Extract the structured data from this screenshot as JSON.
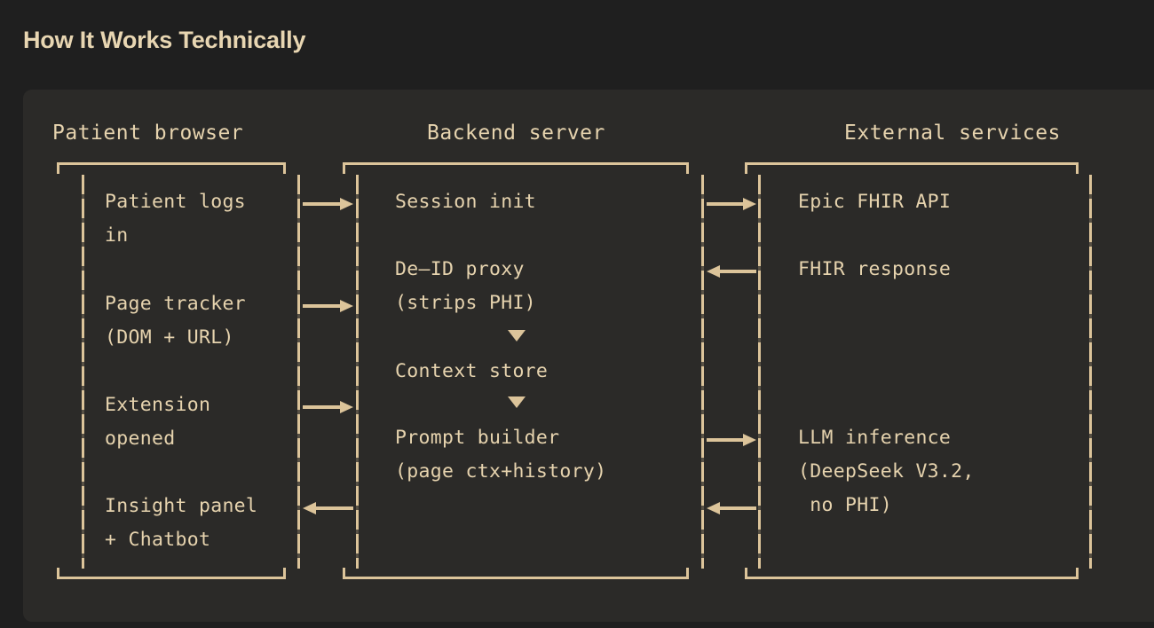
{
  "page": {
    "title": "How It Works Technically",
    "background_color": "#1f1f1f",
    "panel_color": "#2b2a28",
    "accent_color": "#e6d3ae",
    "line_color": "#dcc49a"
  },
  "diagram": {
    "type": "sequence-diagram",
    "columns": [
      {
        "id": "patient-browser",
        "header": "Patient browser"
      },
      {
        "id": "backend-server",
        "header": "Backend server"
      },
      {
        "id": "external-services",
        "header": "External services"
      }
    ],
    "column_steps": {
      "patient_browser": [
        {
          "text": "Patient logs\nin"
        },
        {
          "text": "Page tracker\n(DOM + URL)"
        },
        {
          "text": "Extension\nopened"
        },
        {
          "text": "Insight panel\n+ Chatbot"
        }
      ],
      "backend_server": [
        {
          "text": "Session init"
        },
        {
          "text": "De–ID proxy\n(strips PHI)"
        },
        {
          "text": "Context store"
        },
        {
          "text": "Prompt builder\n(page ctx+history)"
        }
      ],
      "external_services": [
        {
          "text": "Epic FHIR API"
        },
        {
          "text": "FHIR response"
        },
        {
          "text": "LLM inference\n(DeepSeek V3.2,\n no PHI)"
        }
      ]
    },
    "messages": [
      {
        "id": "m1",
        "from": "patient-browser",
        "to": "backend-server",
        "direction": "right",
        "label": "Patient logs in → Session init"
      },
      {
        "id": "m2",
        "from": "backend-server",
        "to": "external-services",
        "direction": "right",
        "label": "Session init → Epic FHIR API"
      },
      {
        "id": "m3",
        "from": "external-services",
        "to": "backend-server",
        "direction": "left",
        "label": "FHIR response → De–ID proxy"
      },
      {
        "id": "m4",
        "from": "patient-browser",
        "to": "backend-server",
        "direction": "right",
        "label": "Page tracker → De–ID proxy"
      },
      {
        "id": "m5",
        "from": "patient-browser",
        "to": "backend-server",
        "direction": "right",
        "label": "Extension opened → Prompt builder"
      },
      {
        "id": "m6",
        "from": "backend-server",
        "to": "external-services",
        "direction": "right",
        "label": "Prompt builder → LLM inference"
      },
      {
        "id": "m7",
        "from": "external-services",
        "to": "backend-server",
        "direction": "left",
        "label": "LLM inference → backend"
      },
      {
        "id": "m8",
        "from": "backend-server",
        "to": "patient-browser",
        "direction": "left",
        "label": "backend → Insight panel + Chatbot"
      }
    ],
    "internal_flows": [
      {
        "id": "f1",
        "from": "De–ID proxy (strips PHI)",
        "to": "Context store",
        "glyph": "▼"
      },
      {
        "id": "f2",
        "from": "Context store",
        "to": "Prompt builder",
        "glyph": "▼"
      }
    ]
  }
}
